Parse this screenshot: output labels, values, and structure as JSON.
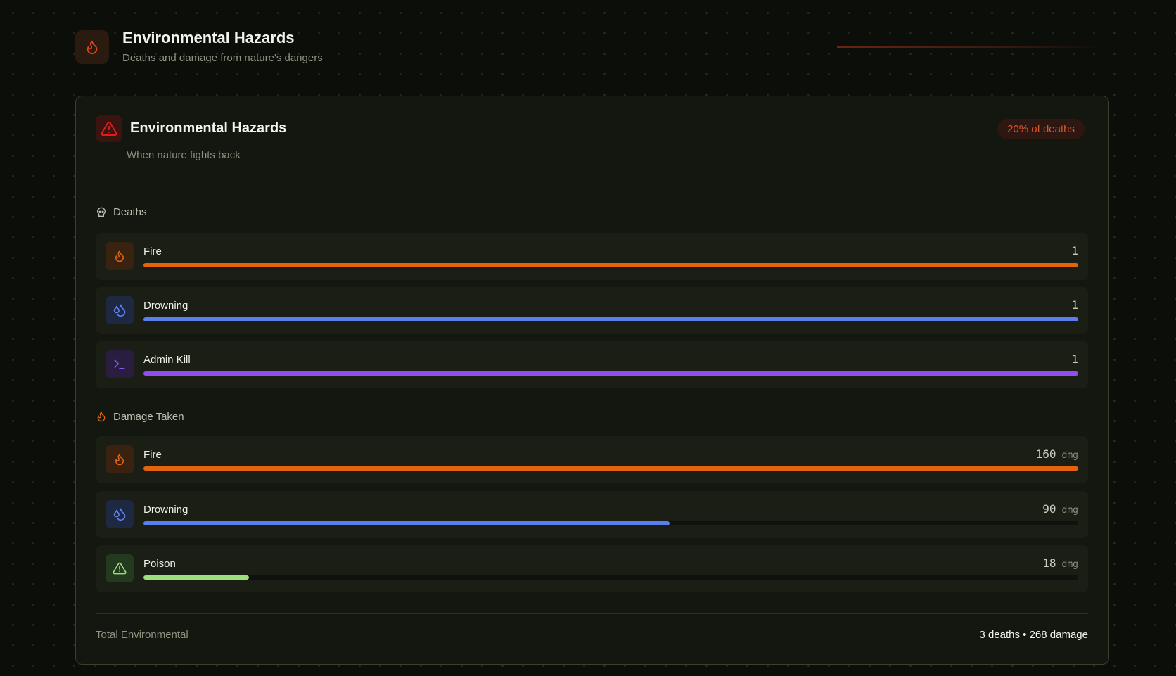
{
  "header": {
    "title": "Environmental Hazards",
    "subtitle": "Deaths and damage from nature's dangers"
  },
  "card": {
    "title": "Environmental Hazards",
    "subtitle": "When nature fights back",
    "badge": "20% of deaths"
  },
  "deaths": {
    "label": "Deaths",
    "items": [
      {
        "label": "Fire",
        "value": "1",
        "fraction": 1.0,
        "color": "#e4640c",
        "icon": "fire-icon"
      },
      {
        "label": "Drowning",
        "value": "1",
        "fraction": 1.0,
        "color": "#5a7ef0",
        "icon": "droplets-icon"
      },
      {
        "label": "Admin Kill",
        "value": "1",
        "fraction": 1.0,
        "color": "#8f4ef0",
        "icon": "terminal-icon"
      }
    ]
  },
  "damage": {
    "label": "Damage Taken",
    "unit": "dmg",
    "items": [
      {
        "label": "Fire",
        "value": "160",
        "fraction": 1.0,
        "color": "#e4640c",
        "icon": "fire-icon"
      },
      {
        "label": "Drowning",
        "value": "90",
        "fraction": 0.5625,
        "color": "#5a7ef0",
        "icon": "droplets-icon"
      },
      {
        "label": "Poison",
        "value": "18",
        "fraction": 0.1125,
        "color": "#9be07a",
        "icon": "warning-icon"
      }
    ]
  },
  "footer": {
    "label": "Total Environmental",
    "summary": "3 deaths • 268 damage"
  }
}
